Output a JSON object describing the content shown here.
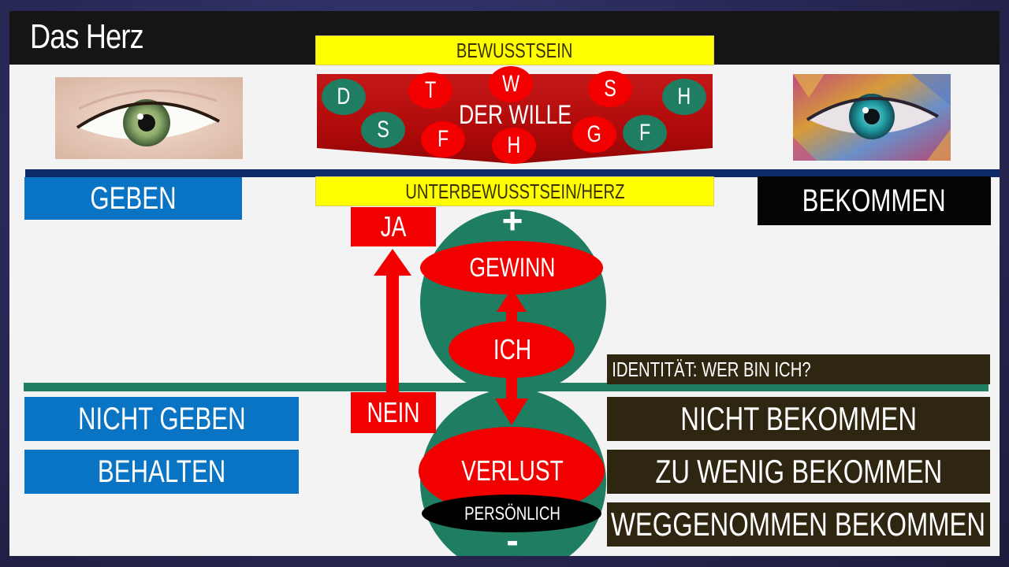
{
  "title": "Das Herz",
  "consciousness": "BEWUSSTSEIN",
  "subconscious": "UNTERBEWUSSTSEIN/HERZ",
  "will": {
    "label": "DER WILLE",
    "letters_red": [
      "T",
      "W",
      "S",
      "F",
      "H",
      "G"
    ],
    "letters_green": [
      "D",
      "S",
      "H",
      "F"
    ]
  },
  "left": {
    "give": "GEBEN",
    "not_give": "NICHT GEBEN",
    "keep": "BEHALTEN"
  },
  "right": {
    "receive": "BEKOMMEN",
    "identity": "IDENTITÄT: WER BIN ICH?",
    "not_receive": "NICHT BEKOMMEN",
    "too_little": "ZU WENIG BEKOMMEN",
    "taken_away": "WEGGENOMMEN BEKOMMEN"
  },
  "center": {
    "yes": "JA",
    "no": "NEIN",
    "plus": "+",
    "minus": "-",
    "gain": "GEWINN",
    "me": "ICH",
    "loss": "VERLUST",
    "personal": "PERSÖNLICH"
  },
  "colors": {
    "red": "#f20000",
    "dark_red": "#b10a0a",
    "green": "#1f7d62",
    "blue": "#0a74c4",
    "navy": "#0d2a6b",
    "yellow": "#ffff00",
    "brown": "#2e2610"
  }
}
